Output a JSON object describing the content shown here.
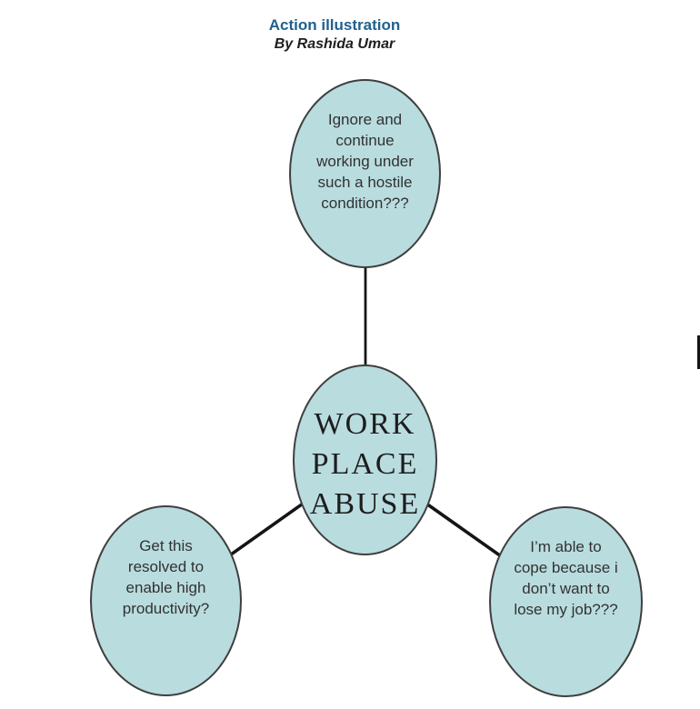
{
  "header": {
    "title": "Action illustration",
    "byline": "By Rashida Umar"
  },
  "nodes": {
    "center": {
      "text": "WORK\nPLACE\nABUSE"
    },
    "top": {
      "text": "Ignore and\ncontinue\nworking under\nsuch a hostile\ncondition???"
    },
    "bottom_left": {
      "text": "Get this\nresolved to\nenable high\nproductivity?"
    },
    "bottom_right": {
      "text": "I’m able to\ncope because i\ndon’t want to\nlose my job???"
    }
  },
  "colors": {
    "ellipse_fill": "#b9dcdf",
    "ellipse_border": "#3f3f3f",
    "connector": "#151515",
    "title_text": "#20618f",
    "byline_text": "#1e1e1e",
    "body_text": "#323232",
    "center_text": "#1d1d1d"
  }
}
